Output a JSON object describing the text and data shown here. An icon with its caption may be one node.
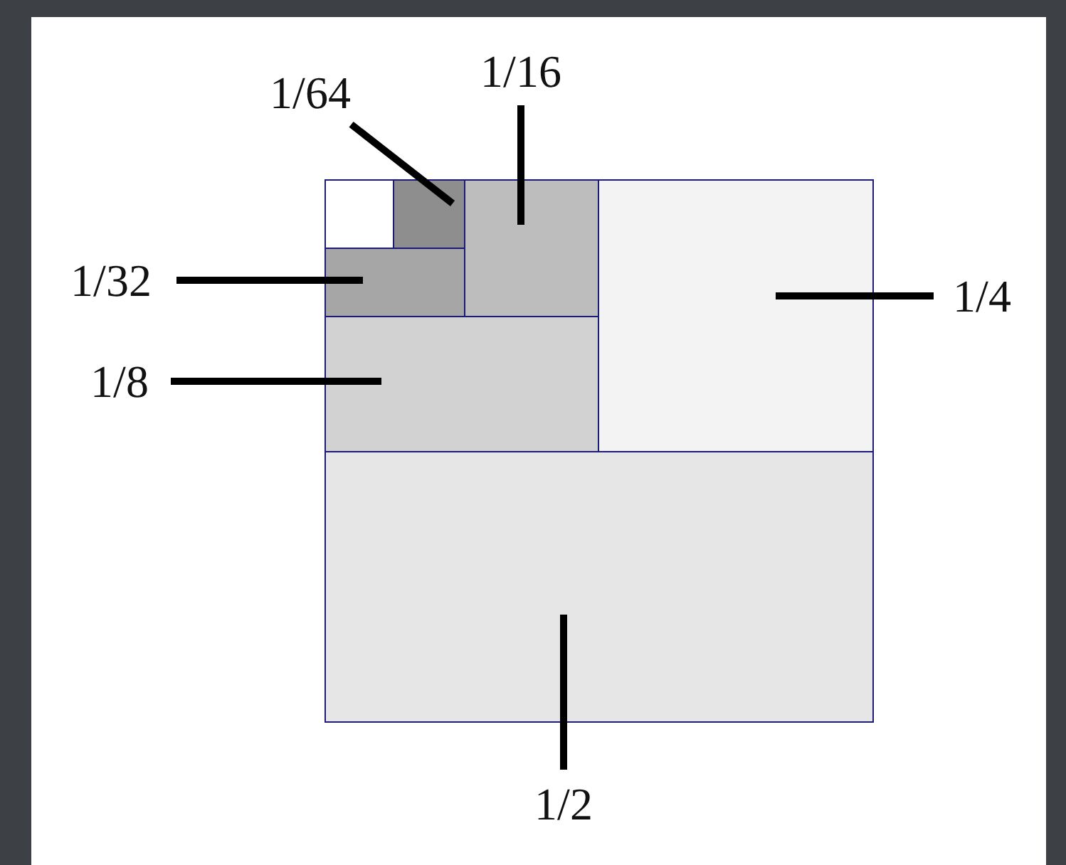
{
  "diagram": {
    "nodes": [
      {
        "text": [
          "1/64"
        ]
      },
      {
        "text": [
          "1/16"
        ]
      },
      {
        "text": [
          "1/32"
        ]
      },
      {
        "text": [
          "1/4"
        ]
      },
      {
        "text": [
          "1/8"
        ]
      },
      {
        "text": [
          "1/2"
        ]
      },
      {
        "text": [],
        "shape": "box"
      },
      {
        "text": [],
        "shape": "box"
      },
      {
        "text": [],
        "shape": "box"
      },
      {
        "text": [],
        "shape": "box"
      },
      {
        "text": [],
        "shape": "box"
      },
      {
        "text": [],
        "shape": "box"
      },
      {
        "text": [],
        "shape": "box"
      }
    ],
    "edges": [
      {
        "from": 0,
        "to": 7,
        "arrow": "none"
      },
      {
        "from": 1,
        "to": 8,
        "arrow": "none"
      },
      {
        "from": 2,
        "to": 9,
        "arrow": "none"
      },
      {
        "from": 3,
        "to": 10,
        "arrow": "none"
      },
      {
        "from": 4,
        "to": 11,
        "arrow": "none"
      },
      {
        "from": 5,
        "to": 12,
        "arrow": "none"
      }
    ]
  }
}
